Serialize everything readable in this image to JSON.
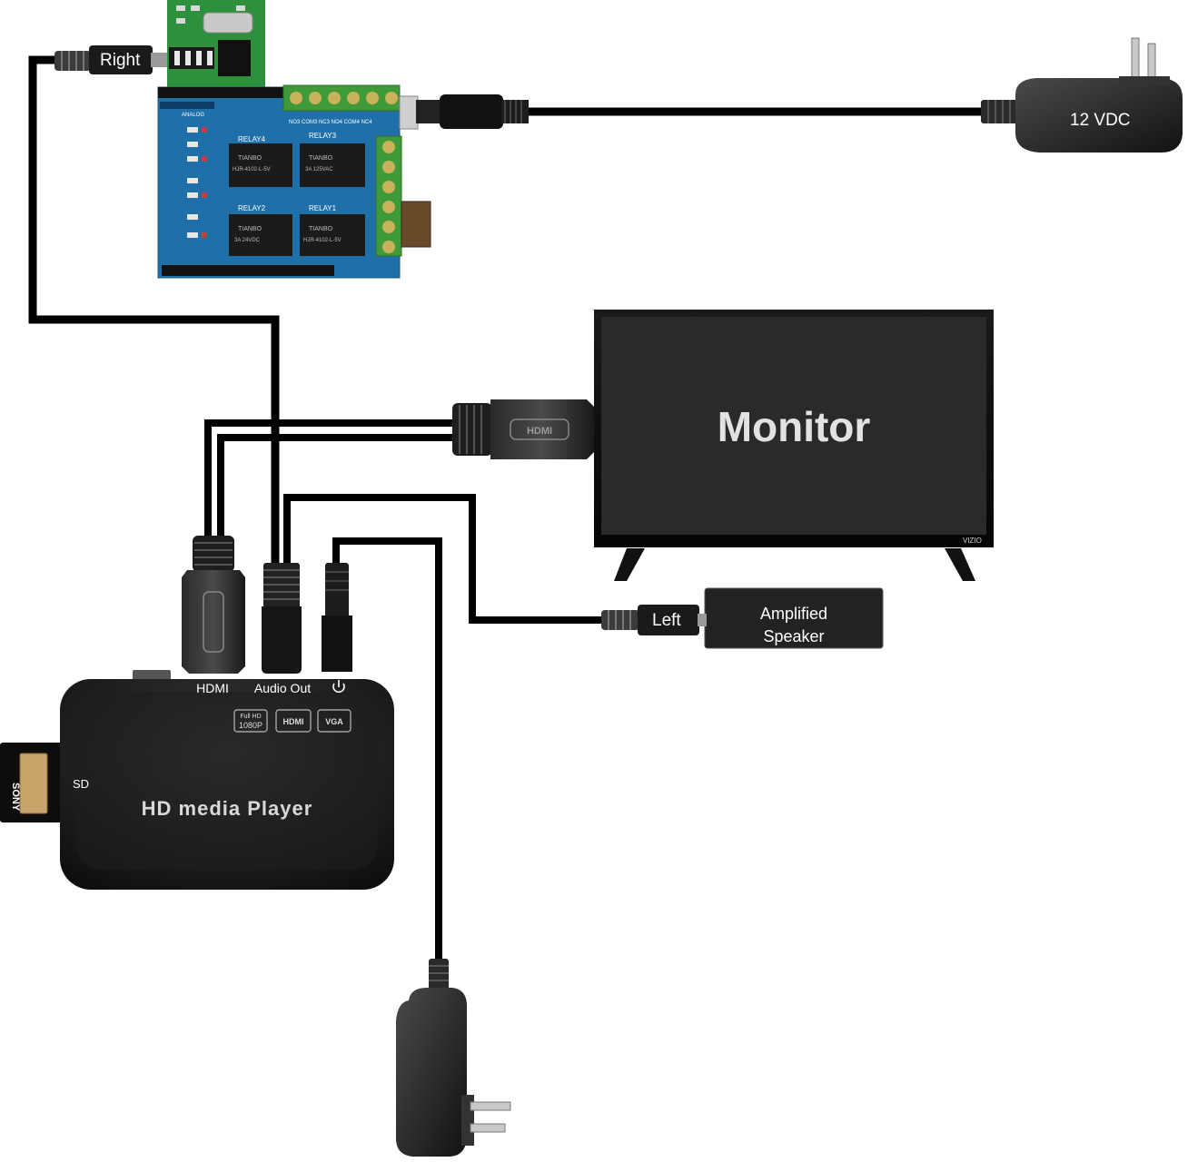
{
  "labels": {
    "right_plug": "Right",
    "left_plug": "Left",
    "power_supply_top": "12 VDC",
    "monitor": "Monitor",
    "monitor_brand": "VIZIO",
    "speaker_line1": "Amplified",
    "speaker_line2": "Speaker",
    "port_hdmi": "HDMI",
    "port_audio_out": "Audio Out",
    "port_sd": "SD",
    "player_name": "HD media Player",
    "badge_fullhd_top": "Full HD",
    "badge_fullhd_bottom": "1080P",
    "badge_hdmi": "HDMI",
    "badge_vga": "VGA",
    "sd_card_brand": "SONY",
    "hdmi_plug_text": "HDMI",
    "relay1": "RELAY1",
    "relay2": "RELAY2",
    "relay3": "RELAY3",
    "relay4": "RELAY4",
    "relay_brand": "TIANBO",
    "relay_model": "HJR-4102-L-5V",
    "relay_rating1": "3A 125VAC",
    "relay_rating2": "3A 24VDC",
    "analog_label": "ANALOG",
    "board_terminals": "NO3 COM3 NC3 NO4 COM4 NC4"
  },
  "colors": {
    "cable": "#000000",
    "board_blue": "#1f6fa8",
    "terminal_green": "#3f9a3a",
    "device_black": "#151515",
    "monitor_screen": "#2c2a28",
    "monitor_text": "#e2e2e2"
  }
}
